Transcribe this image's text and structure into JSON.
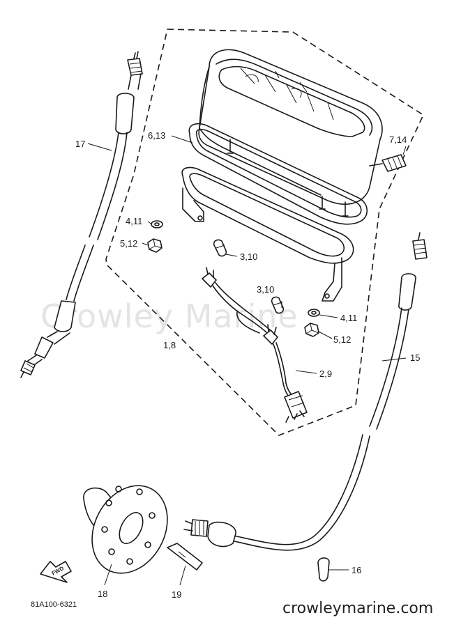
{
  "watermark": "Crowley Marine",
  "footer": "crowleymarine.com",
  "diagram_code": "81A100-6321",
  "fwd_label": "FWD",
  "callouts": {
    "p17": "17",
    "p6_13": "6,13",
    "p7_14": "7,14",
    "p4_11_left": "4,11",
    "p5_12_left": "5,12",
    "p3_10_top": "3,10",
    "p3_10_mid": "3,10",
    "p4_11_right": "4,11",
    "p5_12_right": "5,12",
    "p1_8": "1,8",
    "p2_9": "2,9",
    "p15": "15",
    "p16": "16",
    "p18": "18",
    "p19": "19"
  }
}
